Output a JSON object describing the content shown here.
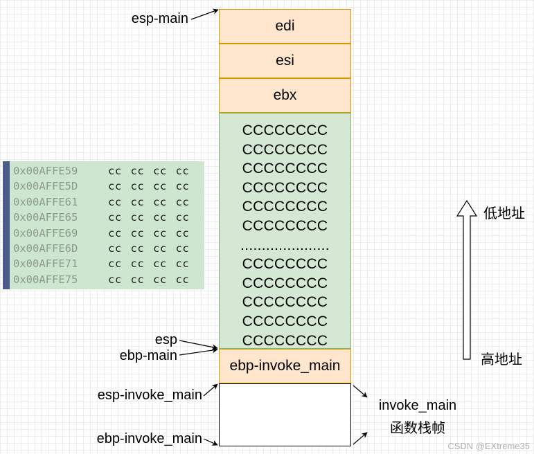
{
  "stack": {
    "edi": "edi",
    "esi": "esi",
    "ebx": "ebx",
    "cc_lines": [
      "CCCCCCCC",
      "CCCCCCCC",
      "CCCCCCCC",
      "CCCCCCCC",
      "CCCCCCCC",
      "CCCCCCCC",
      ".....................",
      "CCCCCCCC",
      "CCCCCCCC",
      "CCCCCCCC",
      "CCCCCCCC",
      "CCCCCCCC"
    ],
    "ebp_invoke_main": "ebp-invoke_main",
    "empty_block": ""
  },
  "labels": {
    "esp_main": "esp-main",
    "esp": "esp",
    "ebp_main": "ebp-main",
    "esp_invoke_main": "esp-invoke_main",
    "ebp_invoke_main": "ebp-invoke_main",
    "invoke_frame_line1": "invoke_main",
    "invoke_frame_line2": "函数栈帧",
    "low_address": "低地址",
    "high_address": "高地址"
  },
  "memory": [
    {
      "addr": "0x00AFFE59",
      "bytes": "cc cc cc cc"
    },
    {
      "addr": "0x00AFFE5D",
      "bytes": "cc cc cc cc"
    },
    {
      "addr": "0x00AFFE61",
      "bytes": "cc cc cc cc"
    },
    {
      "addr": "0x00AFFE65",
      "bytes": "cc cc cc cc"
    },
    {
      "addr": "0x00AFFE69",
      "bytes": "cc cc cc cc"
    },
    {
      "addr": "0x00AFFE6D",
      "bytes": "cc cc cc cc"
    },
    {
      "addr": "0x00AFFE71",
      "bytes": "cc cc cc cc"
    },
    {
      "addr": "0x00AFFE75",
      "bytes": "cc cc cc cc"
    }
  ],
  "watermark": "CSDN @EXtreme35",
  "colors": {
    "orange_fill": "#ffe6cc",
    "orange_border": "#d79b00",
    "green_fill": "#d5e8d4",
    "green_border": "#82b366",
    "memory_bg": "#cde6cf",
    "memory_bar": "#4b5b8a"
  }
}
